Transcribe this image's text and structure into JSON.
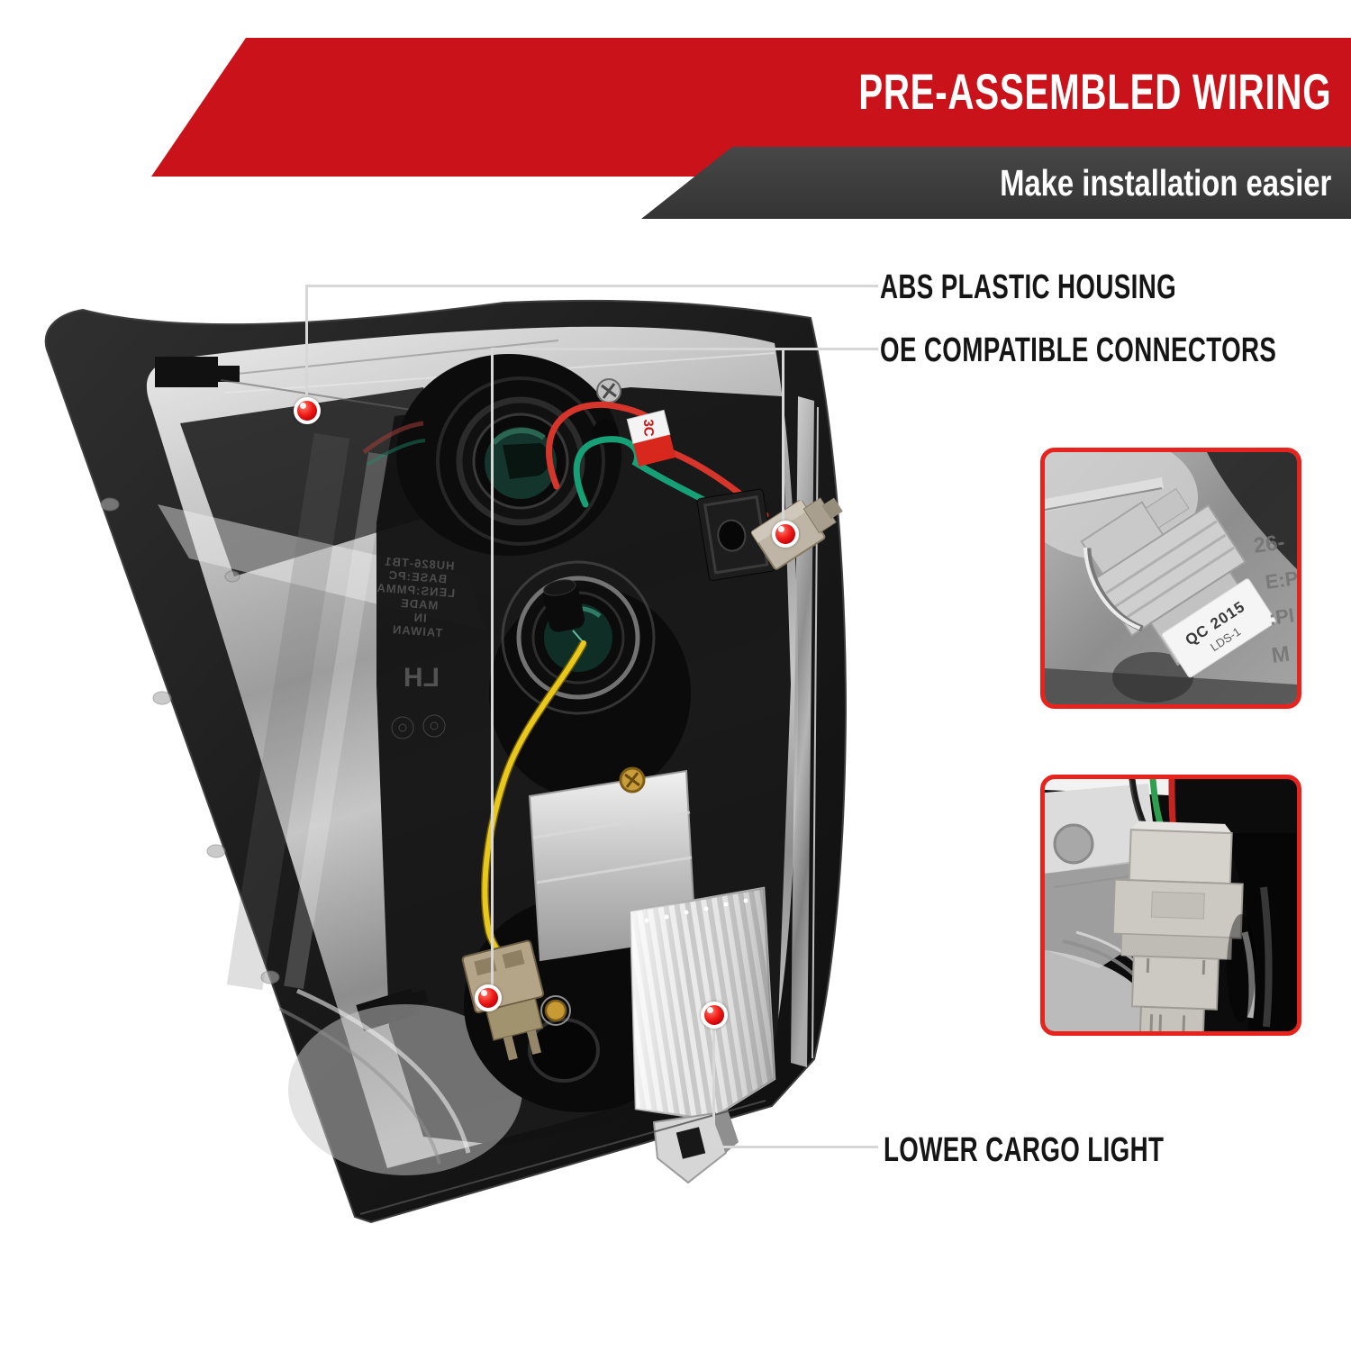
{
  "banner": {
    "title": "PRE-ASSEMBLED WIRING",
    "subtitle": "Make installation easier",
    "red_color": "#c9121a",
    "dark_color": "#3b3b3b"
  },
  "callouts": {
    "abs_housing": "ABS PLASTIC HOUSING",
    "oe_connectors": "OE COMPATIBLE CONNECTORS",
    "lower_cargo": "LOWER CARGO LIGHT",
    "line_color": "#d7d7d7",
    "dot_color": "#e30613"
  },
  "product": {
    "stamp_lines": [
      "HU826-TB1",
      "BASE:PC",
      "LENS:PMMA",
      "MADE",
      "IN",
      "TAIWAN"
    ],
    "side_mark": "LH",
    "wire_tag": "3C",
    "wire_colors": {
      "red": "#d5352b",
      "green": "#17a076",
      "yellow": "#e9c81e"
    }
  },
  "insets": {
    "border_color": "#e8231d",
    "top": {
      "sticker_line1": "QC 2015",
      "sticker_line2": "LDS-1",
      "embossed_fragments": [
        "26-",
        "E:P",
        ":PI",
        "M"
      ]
    }
  }
}
